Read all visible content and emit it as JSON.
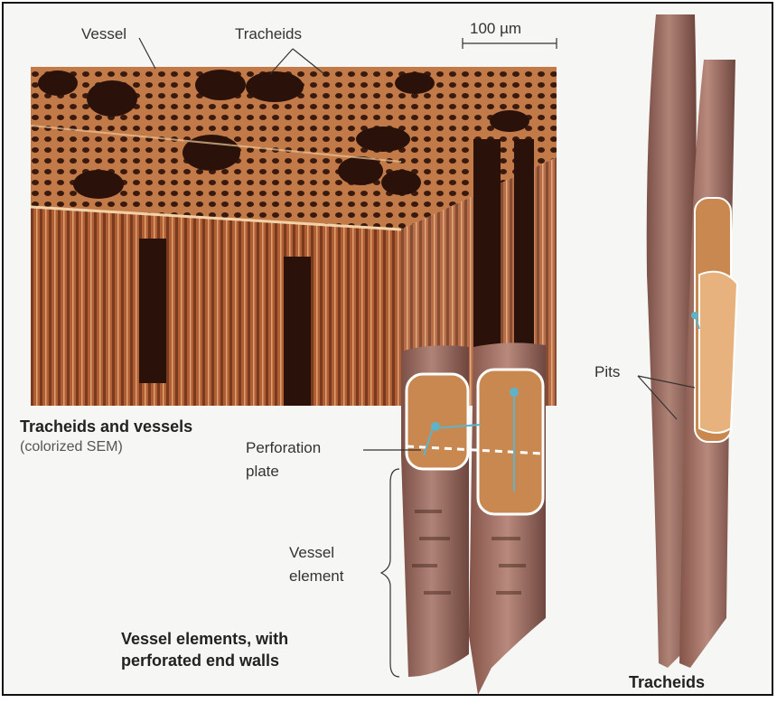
{
  "labels": {
    "vessel": "Vessel",
    "tracheids_top": "Tracheids",
    "scale_bar": "100 µm",
    "sem_title": "Tracheids and vessels",
    "sem_subtitle": "(colorized SEM)",
    "perforation_line1": "Perforation",
    "perforation_line2": "plate",
    "vessel_element_line1": "Vessel",
    "vessel_element_line2": "element",
    "vessel_elements_caption_line1": "Vessel elements, with",
    "vessel_elements_caption_line2": "perforated end walls",
    "pits": "Pits",
    "tracheids_caption": "Tracheids"
  },
  "colors": {
    "wood": "#b5643a",
    "wood_dark": "#3a1a0e",
    "cell_wall": "#9b6a5d",
    "cell_interior": "#c9844e",
    "highlight": "#ffffff",
    "pit_blue": "#5fb3c8"
  }
}
